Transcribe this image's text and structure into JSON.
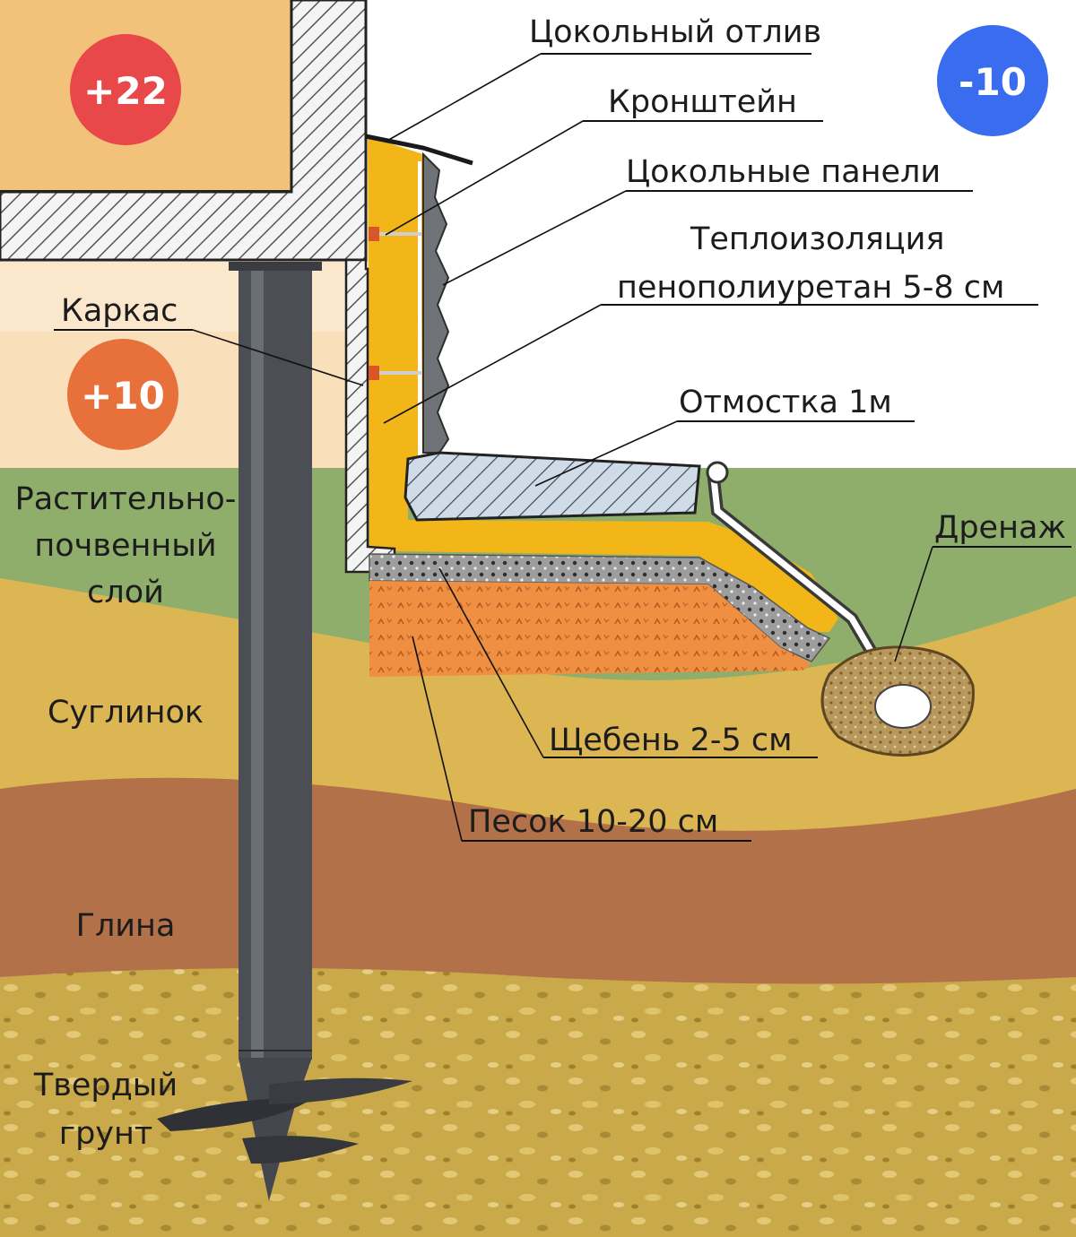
{
  "temperatures": {
    "inside": {
      "value": "+22",
      "color": "#e8484a"
    },
    "outside": {
      "value": "-10",
      "color": "#3a6cf0"
    },
    "underfloor": {
      "value": "+10",
      "color": "#e8703a"
    }
  },
  "callouts": {
    "drip_edge": "Цокольный отлив",
    "bracket": "Кронштейн",
    "plinth_panels": "Цокольные панели",
    "insulation_line1": "Теплоизоляция",
    "insulation_line2": "пенополиуретан 5-8 см",
    "frame": "Каркас",
    "blind_area": "Отмостка 1м",
    "drainage": "Дренаж",
    "gravel": "Щебень 2-5 см",
    "sand": "Песок 10-20 см"
  },
  "soil_layers": {
    "topsoil_line1": "Растительно-",
    "topsoil_line2": "почвенный",
    "topsoil_line3": "слой",
    "loam": "Суглинок",
    "clay": "Глина",
    "bedrock_line1": "Твердый",
    "bedrock_line2": "грунт"
  },
  "colors": {
    "room": "#f2c27a",
    "underfloor": "#f9e0bb",
    "topsoil": "#8fae6b",
    "loam": "#dcb653",
    "clay": "#b3714a",
    "bedrock": "#c9a949",
    "insulation": "#f2b619",
    "sand": "#ef8f41",
    "gravel": "#9d9d9d",
    "blind_area": "#cfdbe6",
    "pile": "#4b4e54"
  }
}
